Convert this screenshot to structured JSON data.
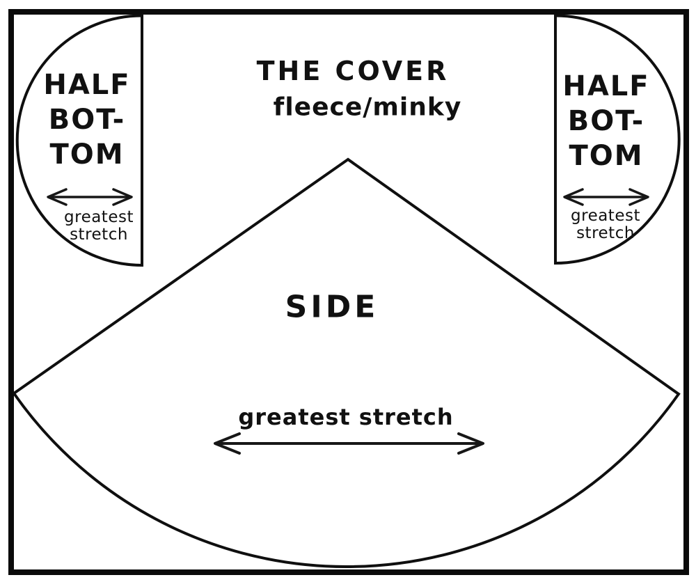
{
  "header": {
    "title": "THE COVER",
    "subtitle": "fleece/minky"
  },
  "pieces": {
    "half_bottom_left": {
      "label_lines": [
        "HALF",
        "BOT-",
        "TOM"
      ],
      "stretch_lines": [
        "greatest",
        "stretch"
      ]
    },
    "half_bottom_right": {
      "label_lines": [
        "HALF",
        "BOT-",
        "TOM"
      ],
      "stretch_lines": [
        "greatest",
        "stretch"
      ]
    },
    "side": {
      "label": "SIDE",
      "stretch_label": "greatest stretch"
    }
  },
  "colors": {
    "ink": "#111111",
    "paper": "#ffffff"
  }
}
